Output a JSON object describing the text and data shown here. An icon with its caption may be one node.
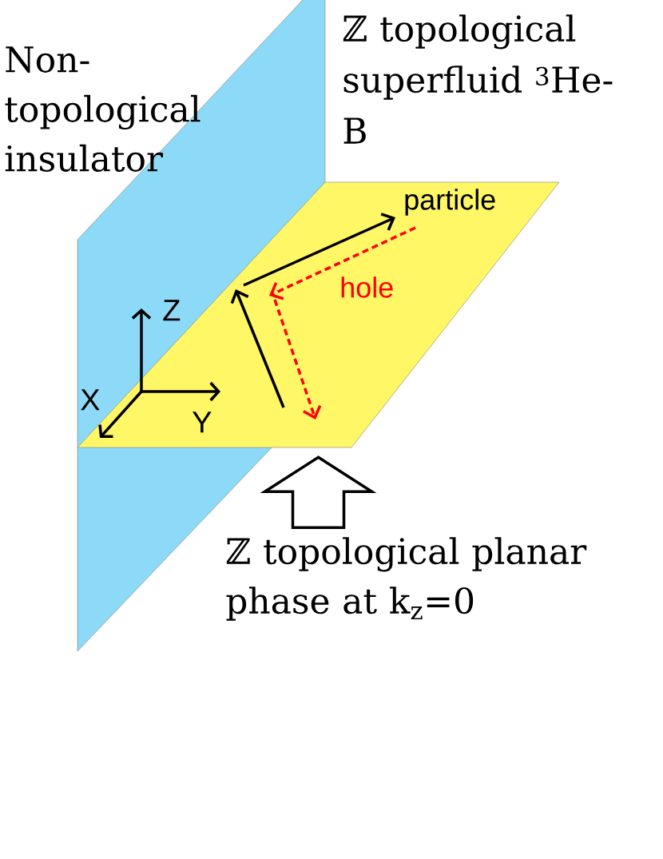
{
  "diagram": {
    "nodes": [
      {
        "text": [],
        "shape": "box"
      },
      {
        "text": [
          "ℤ topological planar phase at k$_{z}$=0"
        ]
      }
    ],
    "edges": [
      {
        "from": 1,
        "to": 0,
        "arrow": "to",
        "style": "thick"
      }
    ],
    "labels": [
      "Non- topological insulator",
      "ℤ topological superfluid $^{3}$He-B",
      "particle",
      "hole",
      "Z",
      "X",
      "Y"
    ]
  }
}
